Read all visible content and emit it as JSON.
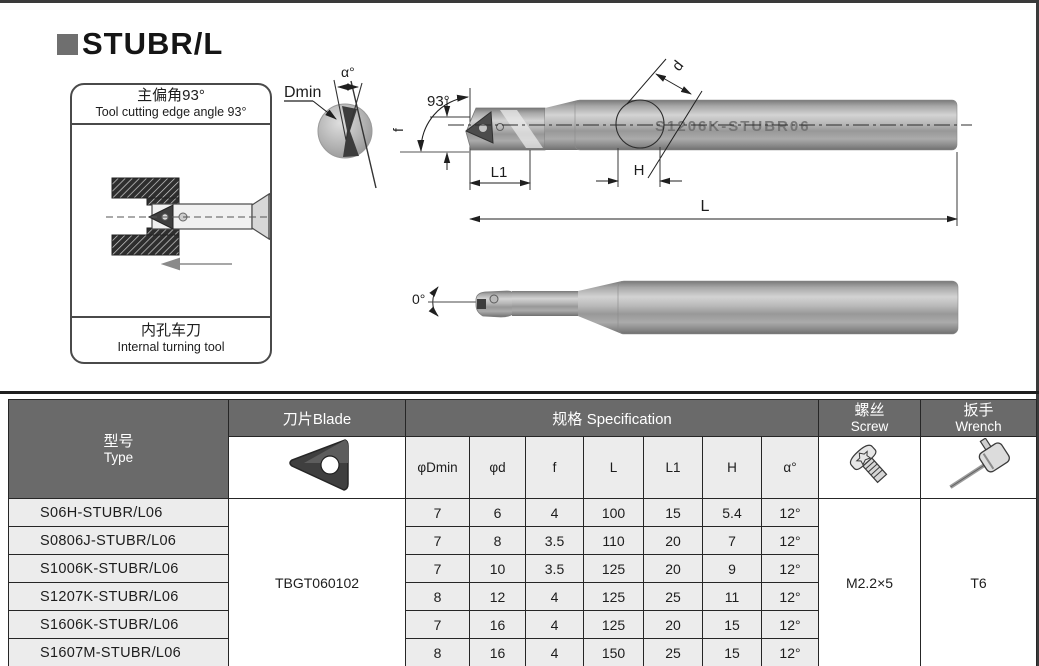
{
  "title": "STUBR/L",
  "colors": {
    "header_bg": "#6a6a6a",
    "cell_bg": "#ececec",
    "steel_mid": "#a9a9a9",
    "line_dark": "#262626"
  },
  "info_box": {
    "top_caption_zh": "主偏角93°",
    "top_caption_en": "Tool cutting edge angle 93°",
    "bottom_caption_zh": "内孔车刀",
    "bottom_caption_en": "Internal turning tool"
  },
  "diagram": {
    "labels": {
      "dmin": "Dmin",
      "alpha": "α°",
      "main_angle": "93°",
      "f": "f",
      "l1": "L1",
      "h": "H",
      "l": "L",
      "d": "d",
      "zero_angle": "0°"
    },
    "shank_marking": "S1206K-STUBR06"
  },
  "table": {
    "headers": {
      "type_zh": "型号",
      "type_en": "Type",
      "blade_zh": "刀片",
      "blade_en": "Blade",
      "spec_zh": "规格",
      "spec_en": "Specification",
      "screw_zh": "螺丝",
      "screw_en": "Screw",
      "wrench_zh": "扳手",
      "wrench_en": "Wrench"
    },
    "spec_columns": {
      "dmin": "φDmin",
      "d": "φd",
      "f": "f",
      "l": "L",
      "l1": "L1",
      "h": "H",
      "alpha": "α°"
    },
    "blade_value": "TBGT060102",
    "screw_value": "M2.2×5",
    "wrench_value": "T6",
    "rows": [
      {
        "type": "S06H-STUBR/L06",
        "dmin": "7",
        "d": "6",
        "f": "4",
        "l": "100",
        "l1": "15",
        "h": "5.4",
        "alpha": "12°"
      },
      {
        "type": "S0806J-STUBR/L06",
        "dmin": "7",
        "d": "8",
        "f": "3.5",
        "l": "110",
        "l1": "20",
        "h": "7",
        "alpha": "12°"
      },
      {
        "type": "S1006K-STUBR/L06",
        "dmin": "7",
        "d": "10",
        "f": "3.5",
        "l": "125",
        "l1": "20",
        "h": "9",
        "alpha": "12°"
      },
      {
        "type": "S1207K-STUBR/L06",
        "dmin": "8",
        "d": "12",
        "f": "4",
        "l": "125",
        "l1": "25",
        "h": "11",
        "alpha": "12°"
      },
      {
        "type": "S1606K-STUBR/L06",
        "dmin": "7",
        "d": "16",
        "f": "4",
        "l": "125",
        "l1": "20",
        "h": "15",
        "alpha": "12°"
      },
      {
        "type": "S1607M-STUBR/L06",
        "dmin": "8",
        "d": "16",
        "f": "4",
        "l": "150",
        "l1": "25",
        "h": "15",
        "alpha": "12°"
      }
    ]
  }
}
